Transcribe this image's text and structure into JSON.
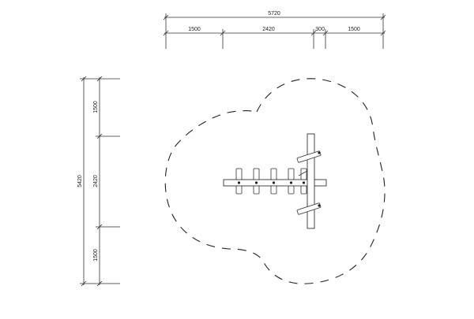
{
  "drawing": {
    "overall_width": "5720",
    "width_segments": [
      "1500",
      "2420",
      "300",
      "1500"
    ],
    "overall_depth": "5420",
    "depth_segments": [
      "1500",
      "2420",
      "1500"
    ]
  }
}
